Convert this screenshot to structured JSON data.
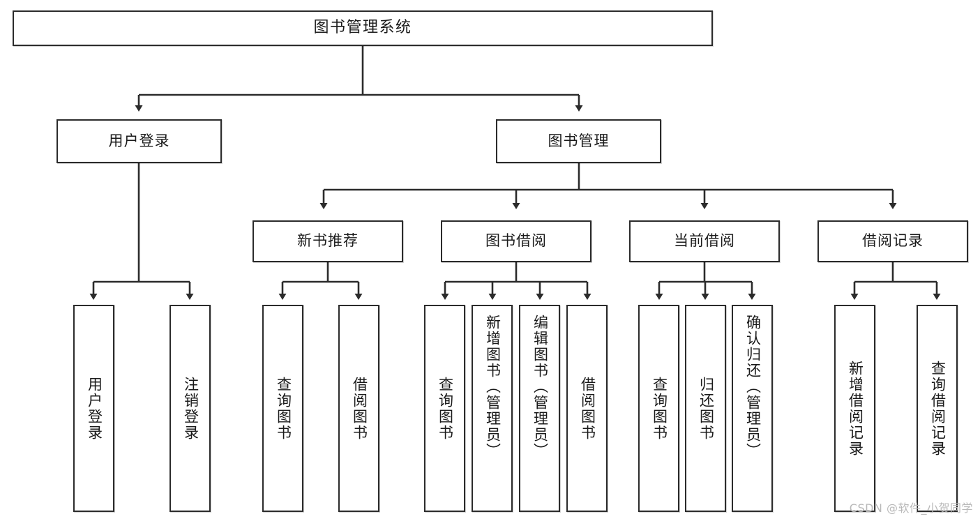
{
  "diagram": {
    "title": "图书管理系统",
    "type": "tree-structure-chart",
    "watermark": "CSDN @软件_小贺同学",
    "colors": {
      "stroke": "#2b2b2b",
      "fill": "#ffffff",
      "text": "#1a1a1a",
      "watermark": "#b9b9b9"
    }
  },
  "nodes": {
    "root": {
      "label": "图书管理系统"
    },
    "level2": [
      {
        "id": "user-login",
        "label": "用户登录"
      },
      {
        "id": "book-management",
        "label": "图书管理"
      }
    ],
    "level3": [
      {
        "id": "new-book-recommend",
        "label": "新书推荐"
      },
      {
        "id": "book-borrow",
        "label": "图书借阅"
      },
      {
        "id": "current-borrow",
        "label": "当前借阅"
      },
      {
        "id": "borrow-record",
        "label": "借阅记录"
      }
    ],
    "leaves": {
      "user-login": [
        {
          "id": "leaf-user-login",
          "label": "用户登录"
        },
        {
          "id": "leaf-logout-login",
          "label": "注销登录"
        }
      ],
      "new-book-recommend": [
        {
          "id": "leaf-query-book-1",
          "label": "查询图书"
        },
        {
          "id": "leaf-borrow-book-1",
          "label": "借阅图书"
        }
      ],
      "book-borrow": [
        {
          "id": "leaf-query-book-2",
          "label": "查询图书"
        },
        {
          "id": "leaf-add-book",
          "label": "新增图书（管理员）"
        },
        {
          "id": "leaf-edit-book",
          "label": "编辑图书（管理员）"
        },
        {
          "id": "leaf-borrow-book-2",
          "label": "借阅图书"
        }
      ],
      "current-borrow": [
        {
          "id": "leaf-query-book-3",
          "label": "查询图书"
        },
        {
          "id": "leaf-return-book",
          "label": "归还图书"
        },
        {
          "id": "leaf-confirm-return",
          "label": "确认归还（管理员）"
        }
      ],
      "borrow-record": [
        {
          "id": "leaf-add-record",
          "label": "新增借阅记录"
        },
        {
          "id": "leaf-query-record",
          "label": "查询借阅记录"
        }
      ]
    }
  }
}
